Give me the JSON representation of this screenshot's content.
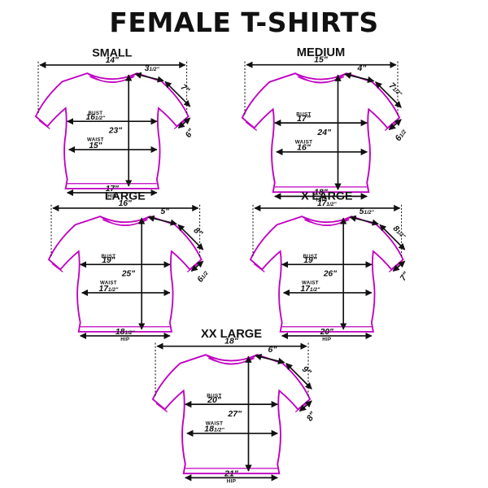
{
  "title": "FEMALE T-SHIRTS",
  "colors": {
    "outline": "#c000c0",
    "dimension": "#111111",
    "background": "#ffffff"
  },
  "labels": {
    "bust": "BUST",
    "waist": "WAIST",
    "hip": "HIP"
  },
  "sizes": [
    {
      "name": "SMALL",
      "width": "14\"",
      "shoulder": "3",
      "shoulder_frac": "1/2\"",
      "sleeve": "7\"",
      "sleeve_frac": "",
      "cuff": "6\"",
      "cuff_frac": "",
      "length": "23\"",
      "bust": "16",
      "bust_frac": "1/2\"",
      "waist": "15\"",
      "waist_frac": "",
      "hip": "17\"",
      "hip_frac": ""
    },
    {
      "name": "MEDIUM",
      "width": "15\"",
      "shoulder": "4\"",
      "shoulder_frac": "",
      "sleeve": "7",
      "sleeve_frac": "1/2\"",
      "cuff": "6",
      "cuff_frac": "1/2",
      "length": "24\"",
      "bust": "17\"",
      "bust_frac": "",
      "waist": "16\"",
      "waist_frac": "",
      "hip": "18\"",
      "hip_frac": ""
    },
    {
      "name": "LARGE",
      "width": "16\"",
      "shoulder": "5\"",
      "shoulder_frac": "",
      "sleeve": "8\"",
      "sleeve_frac": "",
      "cuff": "6",
      "cuff_frac": "1/2",
      "length": "25\"",
      "bust": "19\"",
      "bust_frac": "",
      "waist": "17",
      "waist_frac": "1/2\"",
      "hip": "18",
      "hip_frac": "1/2\""
    },
    {
      "name": "X LARGE",
      "width": "17",
      "width_frac": "1/2\"",
      "shoulder": "5",
      "shoulder_frac": "1/2\"",
      "sleeve": "8",
      "sleeve_frac": "1/2\"",
      "cuff": "7\"",
      "cuff_frac": "",
      "length": "26\"",
      "bust": "19\"",
      "bust_frac": "",
      "waist": "17",
      "waist_frac": "1/2\"",
      "hip": "20\"",
      "hip_frac": ""
    },
    {
      "name": "XX LARGE",
      "width": "18\"",
      "shoulder": "6\"",
      "shoulder_frac": "",
      "sleeve": "9\"",
      "sleeve_frac": "",
      "cuff": "8\"",
      "cuff_frac": "",
      "length": "27\"",
      "bust": "20\"",
      "bust_frac": "",
      "waist": "18",
      "waist_frac": "1/2\"",
      "hip": "21\"",
      "hip_frac": ""
    }
  ]
}
